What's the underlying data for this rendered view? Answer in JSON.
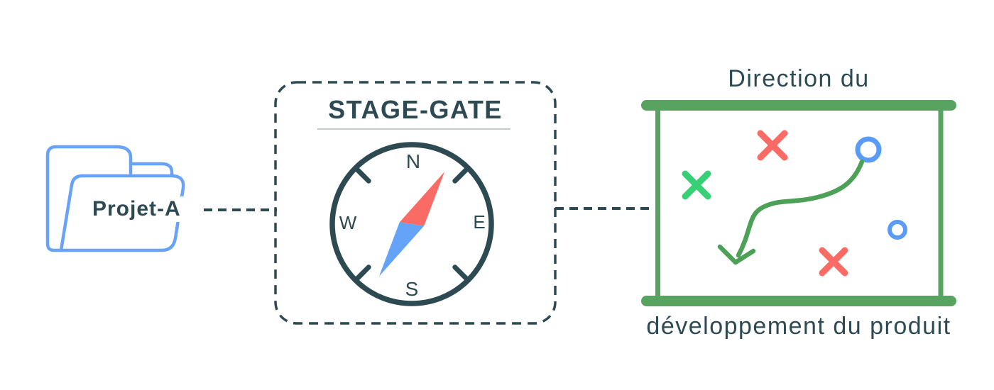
{
  "project": {
    "label": "Projet-A"
  },
  "stage_gate": {
    "title": "STAGE-GATE",
    "compass": {
      "north": "N",
      "east": "E",
      "south": "S",
      "west": "W"
    }
  },
  "board": {
    "title_top": "Direction du",
    "title_bottom": "développement du produit"
  },
  "icons": {
    "folder": "folder-icon",
    "compass": "compass-icon",
    "strategy_board": "strategy-board-icon",
    "cross_marks": "x-mark-icon",
    "circle_marks": "circle-mark-icon",
    "arrow": "curved-arrow-icon"
  },
  "colors": {
    "ink": "#2d4a53",
    "folder_blue": "#69a2f9",
    "circle_blue": "#5b9bf8",
    "needle_blue": "#64a3f8",
    "needle_red": "#fb6b65",
    "cross_red": "#fb6b65",
    "cross_green": "#38d077",
    "board_green": "#58a35f",
    "arrow_green": "#4da157",
    "underline_gray": "#c2cbce"
  }
}
